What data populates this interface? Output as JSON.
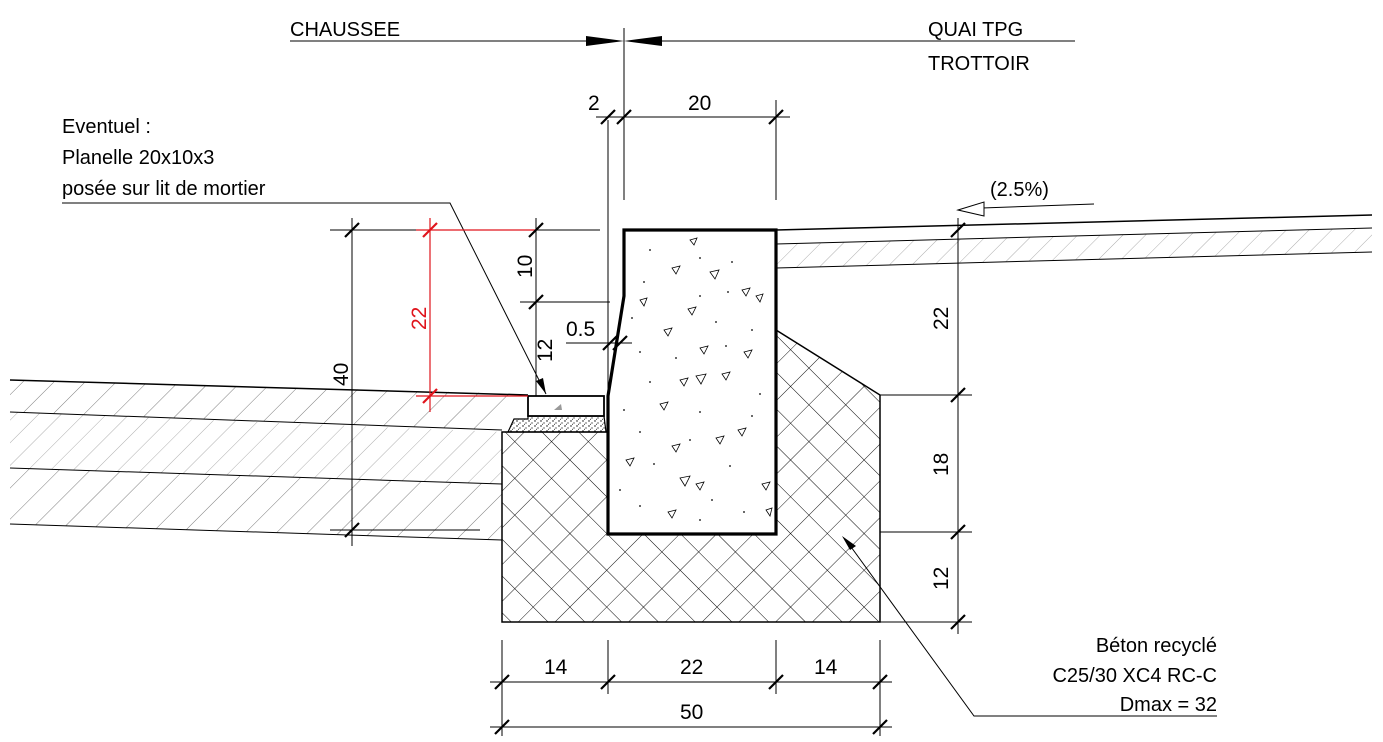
{
  "labels": {
    "chaussee": "CHAUSSEE",
    "quai": "QUAI TPG",
    "trottoir": "TROTTOIR",
    "note_line1": "Eventuel :",
    "note_line2": "Planelle 20x10x3",
    "note_line3": "posée sur lit de mortier",
    "slope": "(2.5%)",
    "concrete_line1": "Béton recyclé",
    "concrete_line2": "C25/30 XC4 RC-C",
    "concrete_line3": "Dmax = 32"
  },
  "dimensions": {
    "top_gap": "2",
    "top_width": "20",
    "left_total": "40",
    "left_red": "22",
    "left_upper": "10",
    "left_lower": "12",
    "batter": "0.5",
    "right_upper": "22",
    "right_mid": "18",
    "right_lower": "12",
    "bottom_left": "14",
    "bottom_mid": "22",
    "bottom_right": "14",
    "bottom_total": "50"
  },
  "colors": {
    "line": "#000000",
    "red_dimension": "#e0141c",
    "background": "#ffffff"
  }
}
